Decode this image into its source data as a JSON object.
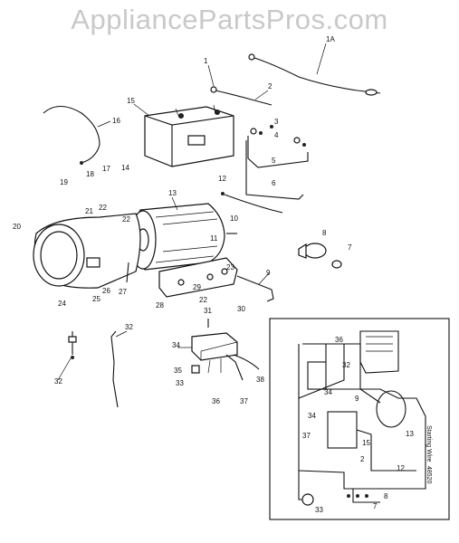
{
  "watermark": "AppliancePartsPros.com",
  "callouts": {
    "c1": "1",
    "c1a": "1A",
    "c2": "2",
    "c3": "3",
    "c4": "4",
    "c5": "5",
    "c6": "6",
    "c7": "7",
    "c8": "8",
    "c9": "9",
    "c10": "10",
    "c11": "11",
    "c12": "12",
    "c13": "13",
    "c14": "14",
    "c15": "15",
    "c16": "16",
    "c17": "17",
    "c18": "18",
    "c19": "19",
    "c20": "20",
    "c21": "21",
    "c22a": "22",
    "c22b": "22",
    "c22c": "22",
    "c23": "23",
    "c24": "24",
    "c25": "25",
    "c26": "26",
    "c27": "27",
    "c28": "28",
    "c29": "29",
    "c30": "30",
    "c31": "31",
    "c32a": "32",
    "c32b": "32",
    "c33": "33",
    "c34": "34",
    "c35": "35",
    "c36": "36",
    "c37": "37",
    "c38": "38"
  },
  "inset": {
    "callouts": {
      "i36": "36",
      "i32": "32",
      "i34": "34",
      "i34b": "34",
      "i9": "9",
      "i13": "13",
      "i37": "37",
      "i15": "15",
      "i2": "2",
      "i12": "12",
      "i8": "8",
      "i7": "7",
      "i33": "33"
    },
    "side_label_1": "Starting Wire",
    "side_label_2": "48520"
  }
}
